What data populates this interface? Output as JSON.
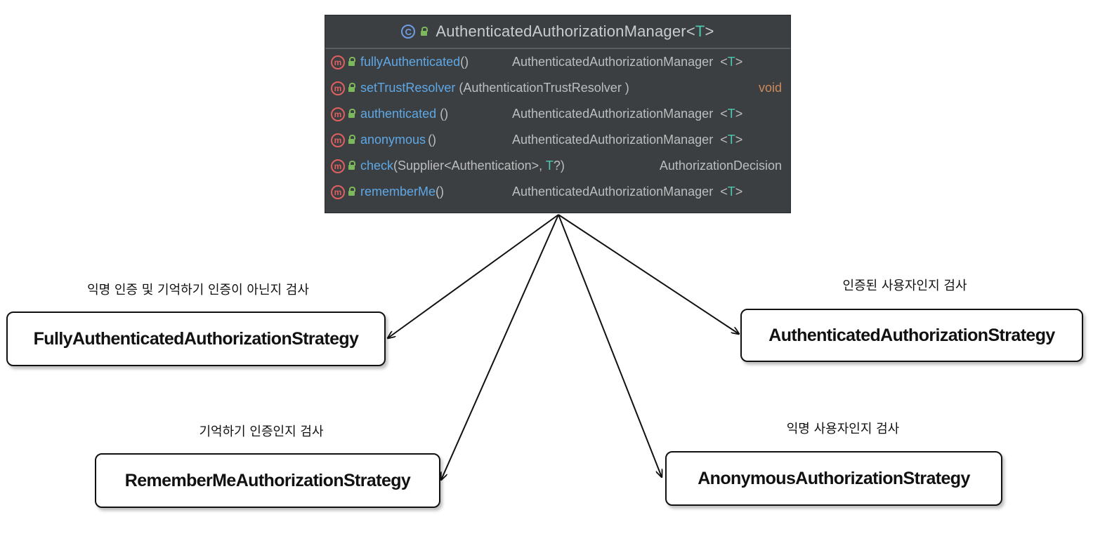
{
  "class_box": {
    "class_icon_letter": "C",
    "name": "AuthenticatedAuthorizationManager",
    "type_param_open": "<",
    "type_param": "T",
    "type_param_close": ">",
    "members": [
      {
        "icon_letter": "m",
        "name": "fullyAuthenticated",
        "params": " ()",
        "return_base": "AuthenticatedAuthorizationManager",
        "return_t": "T"
      },
      {
        "icon_letter": "m",
        "name": "setTrustResolver",
        "params": "(AuthenticationTrustResolver )",
        "return_plain": "void"
      },
      {
        "icon_letter": "m",
        "name": "authenticated",
        "params": "()",
        "return_base": "AuthenticatedAuthorizationManager",
        "return_t": "T"
      },
      {
        "icon_letter": "m",
        "name": "anonymous",
        "params": "()",
        "return_base": "AuthenticatedAuthorizationManager",
        "return_t": "T"
      },
      {
        "icon_letter": "m",
        "name": "check",
        "params_a": "(Supplier<Authentication>, ",
        "params_t": "T",
        "params_b": "?)",
        "return_plain": "AuthorizationDecision"
      },
      {
        "icon_letter": "m",
        "name": "rememberMe",
        "params": " ()",
        "return_base": "AuthenticatedAuthorizationManager",
        "return_t": "T"
      }
    ]
  },
  "strategies": {
    "fully": {
      "label": "FullyAuthenticatedAuthorizationStrategy",
      "caption": "익명 인증 및 기억하기 인증이 아닌지 검사"
    },
    "authenticated": {
      "label": "AuthenticatedAuthorizationStrategy",
      "caption": "인증된 사용자인지 검사"
    },
    "remember_me": {
      "label": "RememberMeAuthorizationStrategy",
      "caption": "기억하기 인증인지 검사"
    },
    "anonymous": {
      "label": "AnonymousAuthorizationStrategy",
      "caption": "익명 사용자인지 검사"
    }
  },
  "colors": {
    "panel_bg": "#3c3f41",
    "method_name": "#5ea8e6",
    "type_param": "#4ec9b0",
    "void_return": "#cc8a5e",
    "method_icon": "#e06060",
    "class_icon": "#6e9ce6"
  }
}
